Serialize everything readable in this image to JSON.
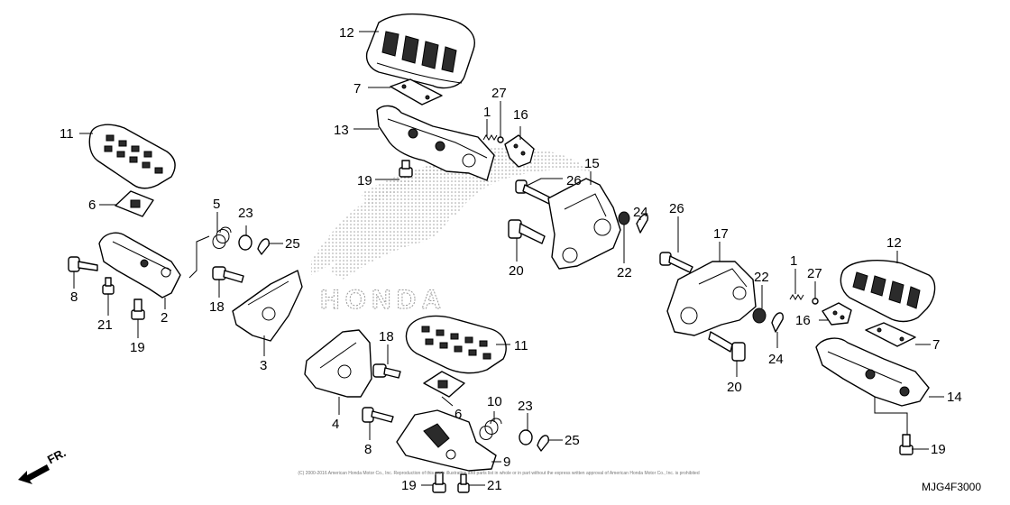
{
  "callouts": {
    "c12a": "12",
    "c7a": "7",
    "c27a": "27",
    "c1a": "1",
    "c16a": "16",
    "c13": "13",
    "c19a": "19",
    "c26a": "26",
    "c15": "15",
    "c11a": "11",
    "c6a": "6",
    "c5": "5",
    "c23a": "23",
    "c25a": "25",
    "c8a": "8",
    "c21a": "21",
    "c2": "2",
    "c19b": "19",
    "c18a": "18",
    "c3": "3",
    "c24a": "24",
    "c20a": "20",
    "c22a": "22",
    "c26b": "26",
    "c17": "17",
    "c1b": "1",
    "c27b": "27",
    "c12b": "12",
    "c22b": "22",
    "c16b": "16",
    "c7b": "7",
    "c20b": "20",
    "c24b": "24",
    "c14": "14",
    "c19c": "19",
    "c18b": "18",
    "c11b": "11",
    "c4": "4",
    "c6b": "6",
    "c10": "10",
    "c23b": "23",
    "c25b": "25",
    "c8b": "8",
    "c9": "9",
    "c19d": "19",
    "c21b": "21"
  },
  "watermark_text": "HONDA",
  "direction_label": "FR.",
  "copyright": "(C) 2000-2016 American Honda Motor Co., Inc. Reproduction of this parts illustration and parts list in whole or in part without the express written approval of American Honda Motor Co., Inc. is prohibited",
  "diagram_code": "MJG4F3000"
}
